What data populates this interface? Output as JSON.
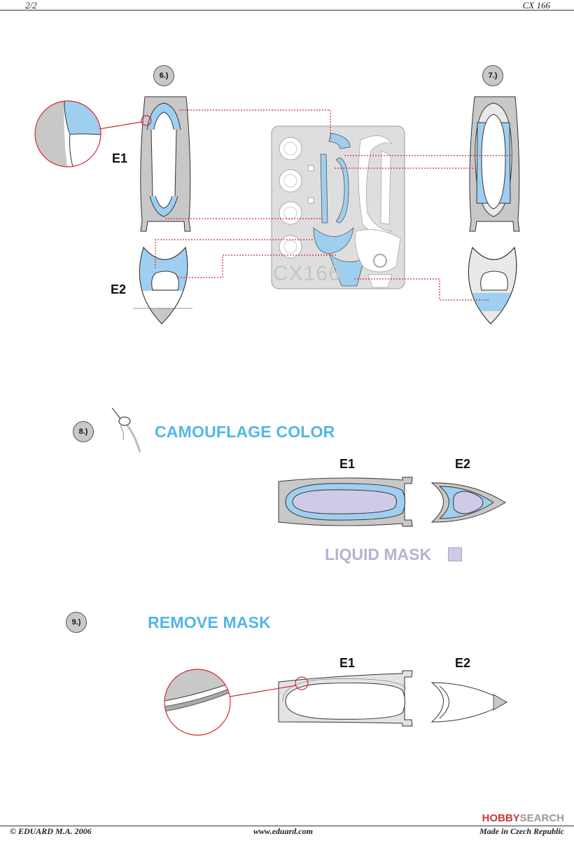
{
  "header": {
    "page": "2/2",
    "code": "CX 166"
  },
  "footer": {
    "copyright": "© EDUARD  M.A. 2006",
    "website": "www.eduard.com",
    "made_in": "Made in Czech Republic"
  },
  "watermark": {
    "part1": "HOBBY",
    "part2": "SEARCH"
  },
  "steps": {
    "s6": "6.)",
    "s7": "7.)",
    "s8": "8.)",
    "s9": "9.)"
  },
  "parts": {
    "e1": "E1",
    "e2": "E2"
  },
  "fret": {
    "code": "CX166"
  },
  "step8": {
    "title": "CAMOUFLAGE COLOR",
    "legend": "LIQUID MASK"
  },
  "step9": {
    "title": "REMOVE MASK"
  },
  "colors": {
    "mask_blue": "#9fcff0",
    "liquid_mask": "#cfcbe6",
    "frame_grey": "#c8c8c8",
    "leader_red": "#d9262e",
    "heading_blue": "#52b7e8"
  }
}
